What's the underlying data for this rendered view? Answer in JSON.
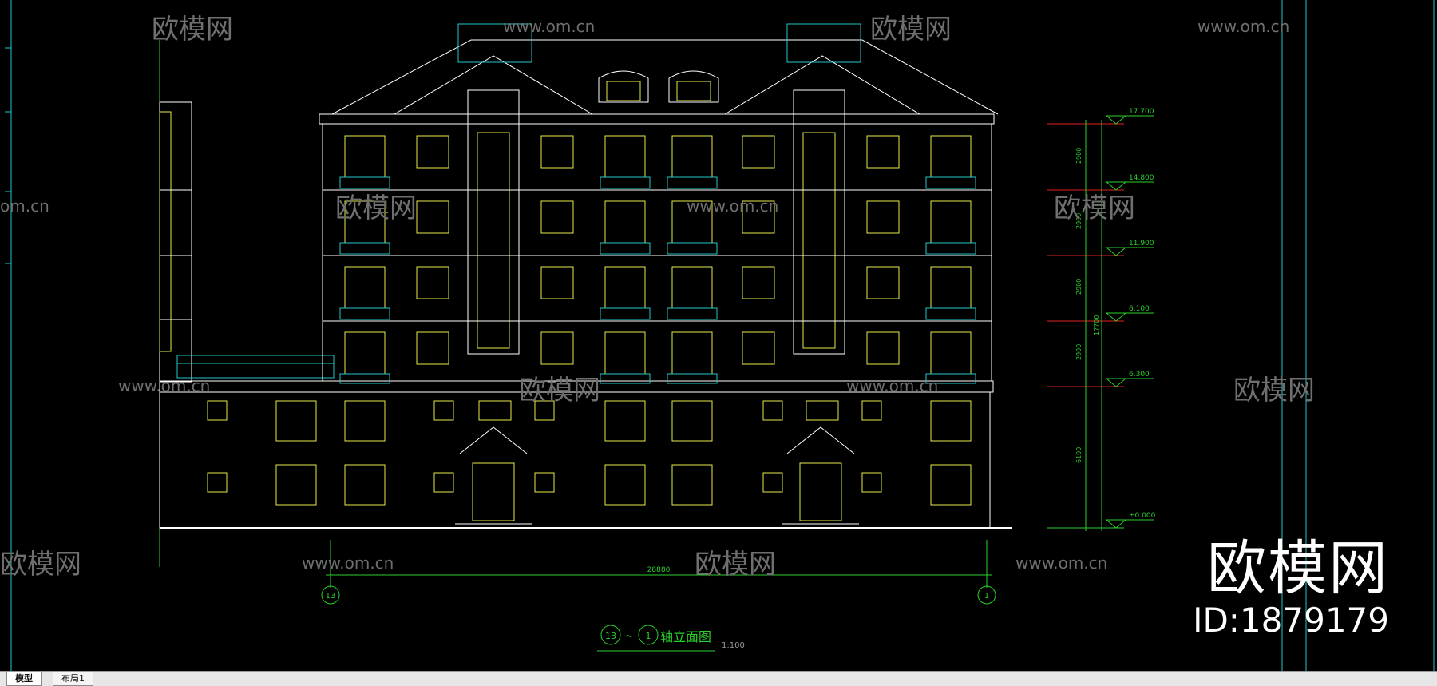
{
  "drawing": {
    "title_axis_left": "13",
    "title_arrow": "～",
    "title_axis_right": "1",
    "title_text": "轴立面图",
    "scale": "1:100",
    "axis_left": "13",
    "axis_right": "1",
    "overall_dimension": "28880",
    "total_height_dim": "17700",
    "elevations": [
      "17.700",
      "14.800",
      "11.900",
      "6.100",
      "6.300",
      "±0.000"
    ],
    "height_dims": [
      "2900",
      "2900",
      "2900",
      "2900",
      "6100"
    ]
  },
  "watermarks": {
    "logo_text": "欧模网",
    "url_text": "www.om.cn",
    "url_partial": "om.cn"
  },
  "brand": {
    "name": "欧模网",
    "id": "ID:1879179"
  },
  "tabs": [
    {
      "label": "模型",
      "active": true
    },
    {
      "label": "布局1",
      "active": false
    }
  ],
  "colors": {
    "background": "#000000",
    "outline": "#ffffff",
    "window": "#e8e84a",
    "cyan": "#24c8c8",
    "dimension": "#2ad02a",
    "level_red": "#e02020"
  }
}
